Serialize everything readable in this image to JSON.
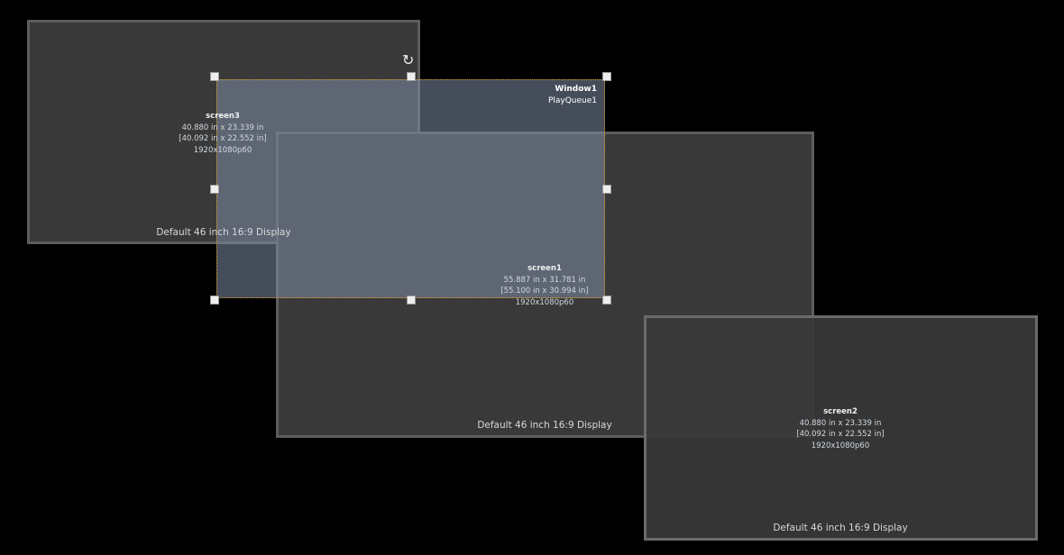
{
  "screens": [
    {
      "name": "screen3",
      "size": "40.880 in x 23.339 in",
      "inner": "[40.092 in x 22.552 in]",
      "mode": "1920x1080p60",
      "display": "Default 46 inch 16:9 Display"
    },
    {
      "name": "screen1",
      "size": "55.887 in x 31.781 in",
      "inner": "[55.100 in x 30.994 in]",
      "mode": "1920x1080p60",
      "display": "Default 46 inch 16:9 Display"
    },
    {
      "name": "screen2",
      "size": "40.880 in x 23.339 in",
      "inner": "[40.092 in x 22.552 in]",
      "mode": "1920x1080p60",
      "display": "Default 46 inch 16:9 Display"
    }
  ],
  "window": {
    "title": "Window1",
    "playqueue": "PlayQueue1",
    "rotate_icon": "rotate-icon",
    "border_color": "#e0a020"
  }
}
